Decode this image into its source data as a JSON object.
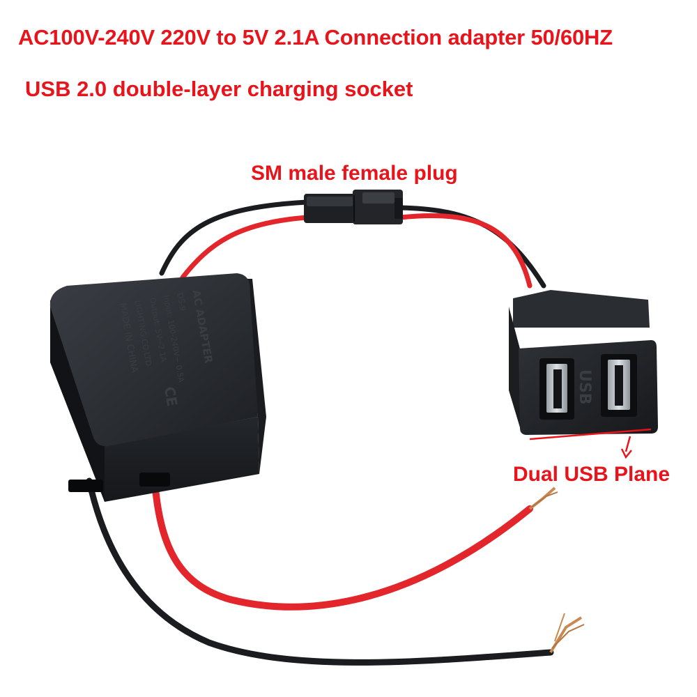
{
  "captions": {
    "title_line_1": "AC100V-240V 220V to 5V 2.1A Connection adapter 50/60HZ",
    "title_line_2": "USB 2.0 double-layer charging socket",
    "plug_label": "SM male female plug",
    "usb_label": "Dual USB Plane"
  },
  "adapter_markings": {
    "line_1": "AC ADAPTER",
    "line_2": "DS-9",
    "line_3": "Input: 100-240V~ 0.5A",
    "line_4": "Output: 5V⎓2.1A",
    "line_5": "LIGHTING CO.LTD",
    "line_6": "MADE IN CHINA"
  },
  "socket_marking": "USB",
  "colors": {
    "caption_red": "#e8141b",
    "wire_red": "#e2262b",
    "wire_black": "#1b1c1f",
    "housing": "#25282d",
    "copper": "#c98a52"
  }
}
